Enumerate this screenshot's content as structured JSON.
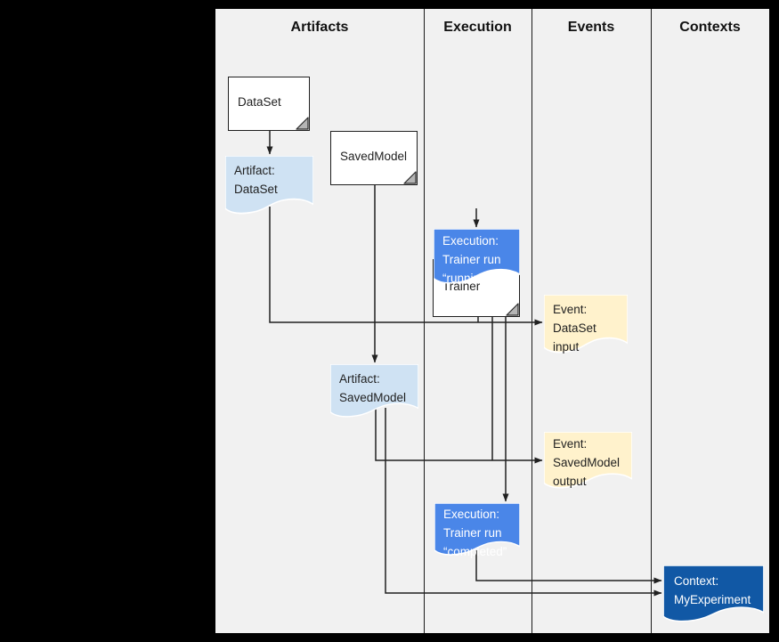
{
  "diagram": {
    "columns": [
      {
        "label": "Artifacts"
      },
      {
        "label": "Execution"
      },
      {
        "label": "Events"
      },
      {
        "label": "Contexts"
      }
    ],
    "palette": {
      "page_bg": "#000000",
      "canvas_bg": "#f1f1f1",
      "declared_fill": "#ffffff",
      "artifact_fill": "#cfe2f3",
      "execution_fill": "#4a86e8",
      "event_fill": "#fff2cc",
      "context_fill": "#1158a5",
      "line_color": "#212121"
    },
    "nodes": {
      "dataset": {
        "lines": [
          "DataSet"
        ]
      },
      "savedmodel": {
        "lines": [
          "SavedModel"
        ]
      },
      "trainer": {
        "lines": [
          "Trainer"
        ]
      },
      "artifact_dataset": {
        "lines": [
          "Artifact:",
          "DataSet"
        ]
      },
      "execution_running": {
        "lines": [
          "Execution:",
          "Trainer run",
          "“running”"
        ]
      },
      "event_dataset_input": {
        "lines": [
          "Event:",
          "DataSet input"
        ]
      },
      "artifact_savedmodel": {
        "lines": [
          "Artifact:",
          "SavedModel"
        ]
      },
      "event_savedmodel_output": {
        "lines": [
          "Event:",
          "SavedModel",
          "output"
        ]
      },
      "execution_completed": {
        "lines": [
          "Execution:",
          "Trainer run",
          "“completed”"
        ]
      },
      "context_myexperiment": {
        "lines": [
          "Context:",
          "MyExperiment"
        ]
      }
    }
  }
}
